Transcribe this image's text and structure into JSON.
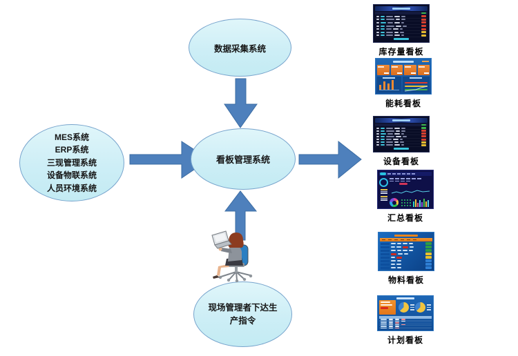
{
  "nodes": {
    "data_collection": {
      "label": "数据采集系统"
    },
    "source_systems": {
      "lines": [
        "MES系统",
        "ERP系统",
        "三现管理系统",
        "设备物联系统",
        "人员环境系统"
      ]
    },
    "kanban_management": {
      "label": "看板管理系统"
    },
    "production_order": {
      "line1": "现场管理者下达生",
      "line2": "产指令"
    }
  },
  "boards": [
    {
      "label": "库存量看板",
      "type": "dark-table"
    },
    {
      "label": "能耗看板",
      "type": "energy"
    },
    {
      "label": "设备看板",
      "type": "dark-table"
    },
    {
      "label": "汇总看板",
      "type": "summary"
    },
    {
      "label": "物料看板",
      "type": "material"
    },
    {
      "label": "计划看板",
      "type": "plan"
    }
  ],
  "colors": {
    "arrow": "#4e80bc",
    "arrow_stroke": "#3b6ca3",
    "ellipse_fill": "#cdeef6",
    "ellipse_border": "#76a3cc"
  }
}
